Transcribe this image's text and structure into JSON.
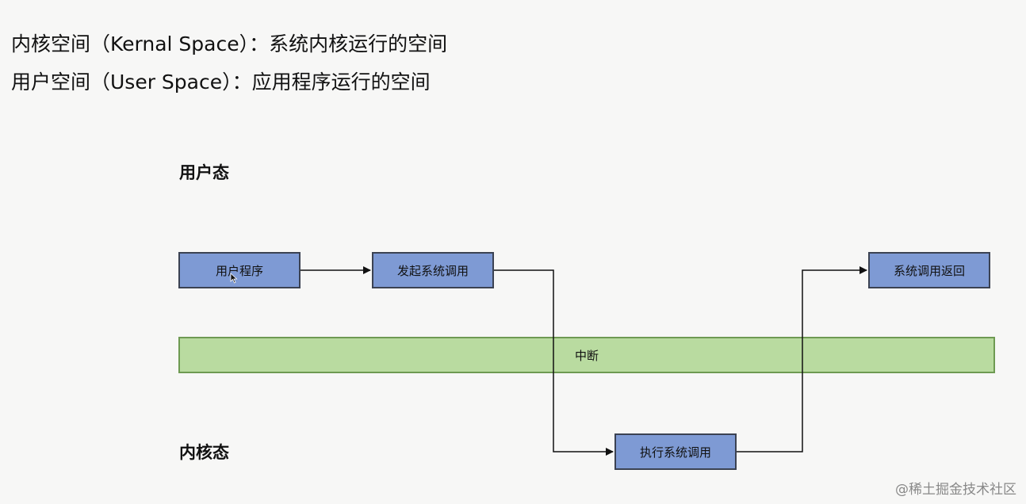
{
  "definitions": {
    "kernel_space": "内核空间（Kernal Space）：系统内核运行的空间",
    "user_space": "用户空间（User Space）：应用程序运行的空间"
  },
  "zones": {
    "user_mode": "用户态",
    "kernel_mode": "内核态"
  },
  "nodes": {
    "user_program": "用户程序",
    "syscall_start": "发起系统调用",
    "interrupt": "中断",
    "exec_syscall": "执行系统调用",
    "syscall_return": "系统调用返回"
  },
  "watermark": "@稀土掘金技术社区",
  "colors": {
    "node_fill": "#7e9ad4",
    "interrupt_fill": "#b9dba0",
    "background": "#f7f7f6"
  }
}
